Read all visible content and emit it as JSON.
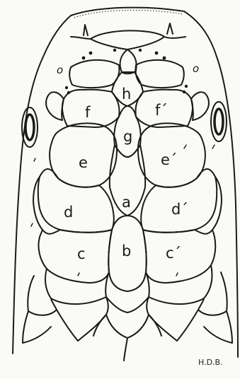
{
  "figure": {
    "labels": {
      "h": "h",
      "f": "f",
      "f_prime": "f´",
      "g": "g",
      "e": "e",
      "e_prime": "e´",
      "a": "a",
      "d": "d",
      "d_prime": "d´",
      "c": "c",
      "b": "b",
      "c_prime": "c´",
      "o_left": "o",
      "o_right": "o"
    },
    "signature": "H.D.B."
  }
}
